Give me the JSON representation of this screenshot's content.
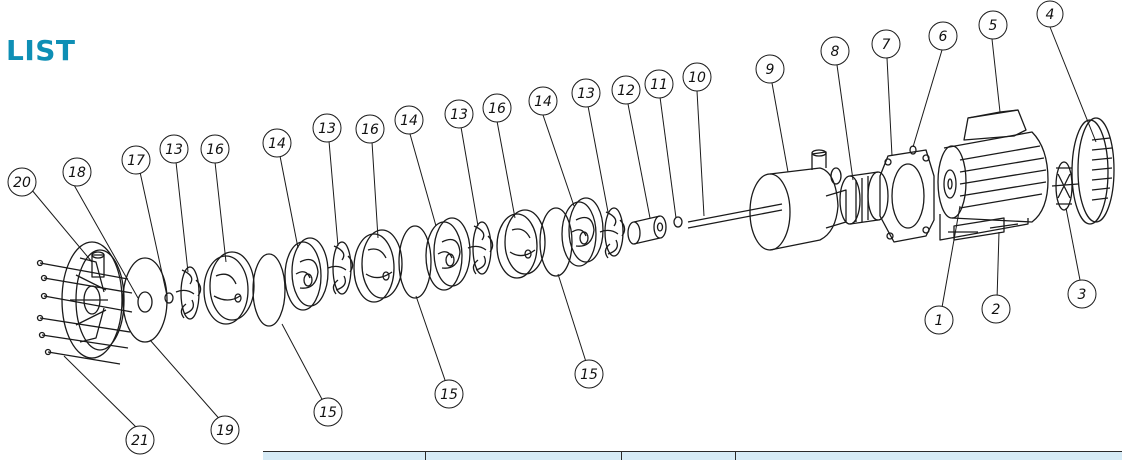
{
  "title": "LIST",
  "callouts": [
    {
      "id": "c1",
      "label": "1"
    },
    {
      "id": "c2",
      "label": "2"
    },
    {
      "id": "c3",
      "label": "3"
    },
    {
      "id": "c4",
      "label": "4"
    },
    {
      "id": "c5",
      "label": "5"
    },
    {
      "id": "c6",
      "label": "6"
    },
    {
      "id": "c7",
      "label": "7"
    },
    {
      "id": "c8",
      "label": "8"
    },
    {
      "id": "c9",
      "label": "9"
    },
    {
      "id": "c10",
      "label": "10"
    },
    {
      "id": "c11",
      "label": "11"
    },
    {
      "id": "c12",
      "label": "12"
    },
    {
      "id": "c13a",
      "label": "13"
    },
    {
      "id": "c14a",
      "label": "14"
    },
    {
      "id": "c16a",
      "label": "16"
    },
    {
      "id": "c13b",
      "label": "13"
    },
    {
      "id": "c14b",
      "label": "14"
    },
    {
      "id": "c16b",
      "label": "16"
    },
    {
      "id": "c13c",
      "label": "13"
    },
    {
      "id": "c14c",
      "label": "14"
    },
    {
      "id": "c16c",
      "label": "16"
    },
    {
      "id": "c13d",
      "label": "13"
    },
    {
      "id": "c17",
      "label": "17"
    },
    {
      "id": "c18",
      "label": "18"
    },
    {
      "id": "c20",
      "label": "20"
    },
    {
      "id": "c15a",
      "label": "15"
    },
    {
      "id": "c15b",
      "label": "15"
    },
    {
      "id": "c15c",
      "label": "15"
    },
    {
      "id": "c19",
      "label": "19"
    },
    {
      "id": "c21",
      "label": "21"
    }
  ],
  "colors": {
    "title": "#0e8fb5",
    "line": "#1a1a1a",
    "table_header": "#d6ebf6"
  }
}
